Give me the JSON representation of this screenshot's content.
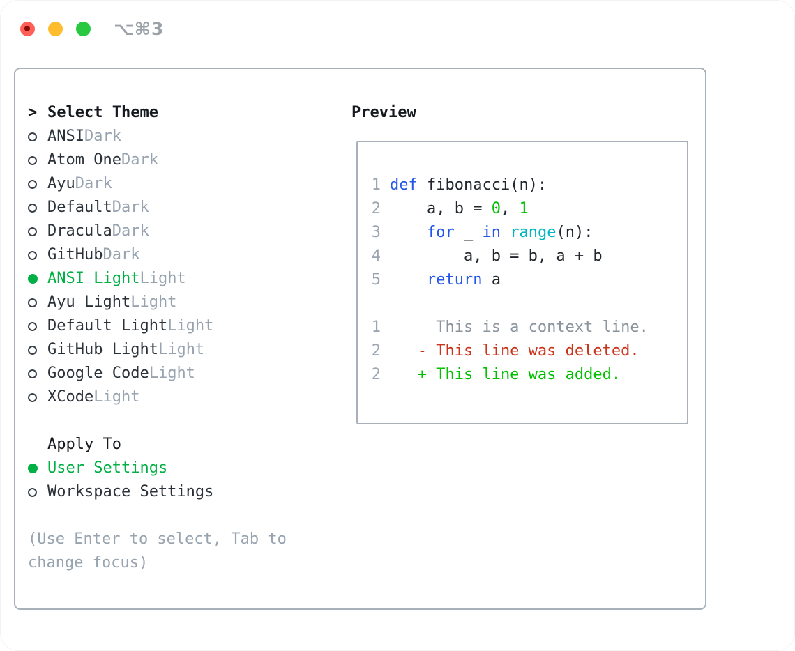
{
  "titlebar": {
    "hotkey_label": "⌥⌘3"
  },
  "colors": {
    "traffic_red": "#ff5f57",
    "traffic_red_dot": "#870b05",
    "traffic_yellow": "#febc2e",
    "traffic_green": "#28c840",
    "panel_border": "#a8b0ba",
    "text": "#2b3138",
    "heading": "#15191e",
    "muted_gray": "#98a3b0",
    "selection_green": "#00b044",
    "keyword_blue": "#2356e8",
    "function_cyan": "#00b6c2",
    "number_green": "#00bf00",
    "added_green": "#00c000",
    "deleted_red": "#c9351b",
    "context_gray": "#8b949e",
    "line_number_gray": "#9aa5b1",
    "code_text": "#21262c"
  },
  "theme_picker": {
    "prompt": ">",
    "title": "Select Theme",
    "items": [
      {
        "name": "ANSI",
        "variant": "Dark",
        "selected": false
      },
      {
        "name": "Atom One",
        "variant": "Dark",
        "selected": false
      },
      {
        "name": "Ayu",
        "variant": "Dark",
        "selected": false
      },
      {
        "name": "Default",
        "variant": "Dark",
        "selected": false
      },
      {
        "name": "Dracula",
        "variant": "Dark",
        "selected": false
      },
      {
        "name": "GitHub",
        "variant": "Dark",
        "selected": false
      },
      {
        "name": "ANSI Light",
        "variant": "Light",
        "selected": true
      },
      {
        "name": "Ayu Light",
        "variant": "Light",
        "selected": false
      },
      {
        "name": "Default Light",
        "variant": "Light",
        "selected": false
      },
      {
        "name": "GitHub Light",
        "variant": "Light",
        "selected": false
      },
      {
        "name": "Google Code",
        "variant": "Light",
        "selected": false
      },
      {
        "name": "XCode",
        "variant": "Light",
        "selected": false
      }
    ],
    "apply_to": {
      "title": "Apply To",
      "options": [
        {
          "label": "User Settings",
          "selected": true
        },
        {
          "label": "Workspace Settings",
          "selected": false
        }
      ]
    },
    "hint": "(Use Enter to select, Tab to change focus)"
  },
  "preview": {
    "title": "Preview",
    "lines": [
      {
        "num": "1",
        "tokens": [
          {
            "t": "def",
            "c": "kw"
          },
          {
            "t": " fibonacci(n):",
            "c": "fg"
          }
        ]
      },
      {
        "num": "2",
        "tokens": [
          {
            "t": "    a, b = ",
            "c": "fg"
          },
          {
            "t": "0",
            "c": "num"
          },
          {
            "t": ", ",
            "c": "fg"
          },
          {
            "t": "1",
            "c": "num"
          }
        ]
      },
      {
        "num": "3",
        "tokens": [
          {
            "t": "    ",
            "c": "fg"
          },
          {
            "t": "for",
            "c": "kw"
          },
          {
            "t": " _ ",
            "c": "fg"
          },
          {
            "t": "in",
            "c": "kw"
          },
          {
            "t": " ",
            "c": "fg"
          },
          {
            "t": "range",
            "c": "fn"
          },
          {
            "t": "(n):",
            "c": "fg"
          }
        ]
      },
      {
        "num": "4",
        "tokens": [
          {
            "t": "        a, b = b, a + b",
            "c": "fg"
          }
        ]
      },
      {
        "num": "5",
        "tokens": [
          {
            "t": "    ",
            "c": "fg"
          },
          {
            "t": "return",
            "c": "kw"
          },
          {
            "t": " a",
            "c": "fg"
          }
        ]
      },
      {
        "num": "",
        "tokens": []
      },
      {
        "num": "1",
        "tokens": [
          {
            "t": "     This is a context line.",
            "c": "ctx"
          }
        ]
      },
      {
        "num": "2",
        "tokens": [
          {
            "t": "   - This line was deleted.",
            "c": "del"
          }
        ]
      },
      {
        "num": "2",
        "tokens": [
          {
            "t": "   + This line was added.",
            "c": "add"
          }
        ]
      }
    ]
  }
}
